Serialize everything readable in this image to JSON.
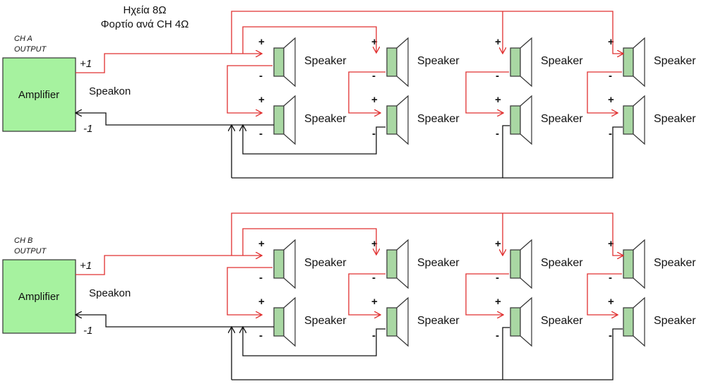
{
  "title": {
    "line1": "Ηχεία 8Ω",
    "line2": "Φορτίο ανά CH 4Ω"
  },
  "channels": [
    {
      "id": "a",
      "output_label_1": "CH A",
      "output_label_2": "OUTPUT",
      "amplifier_label": "Amplifier",
      "plus_label": "+1",
      "minus_label": "-1",
      "connector_label": "Speakon"
    },
    {
      "id": "b",
      "output_label_1": "CH B",
      "output_label_2": "OUTPUT",
      "amplifier_label": "Amplifier",
      "plus_label": "+1",
      "minus_label": "-1",
      "connector_label": "Speakon"
    }
  ],
  "speaker_label": "Speaker",
  "plus_sign": "+",
  "minus_sign": "-",
  "colors": {
    "amplifier_fill": "#a6f29f",
    "speaker_fill": "#a9d7a3",
    "positive_wire": "#e03030",
    "negative_wire": "#111111"
  }
}
